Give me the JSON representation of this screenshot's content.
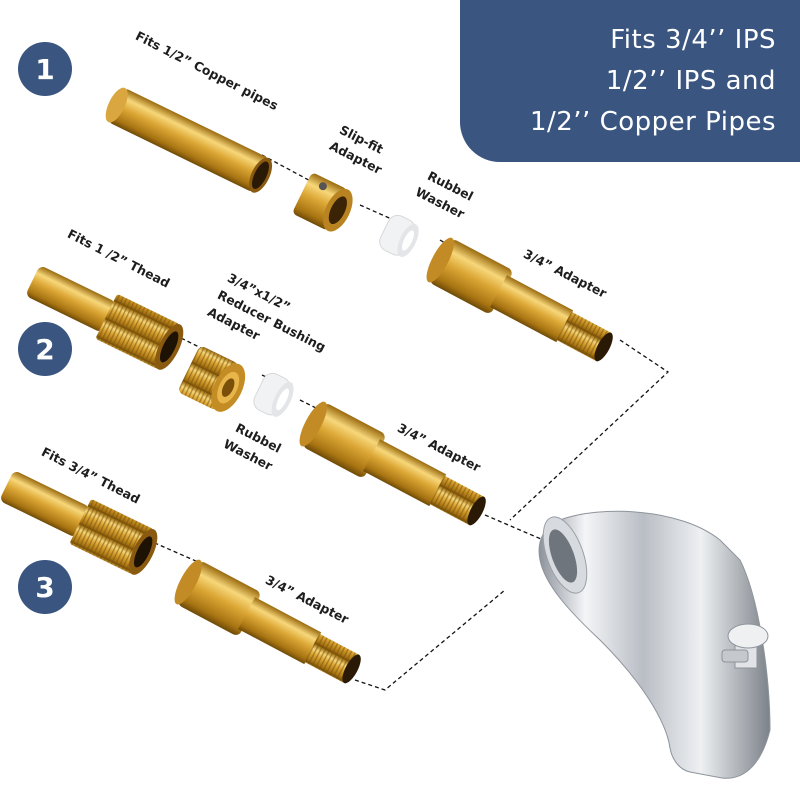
{
  "banner": {
    "line1": "Fits 3/4’’ IPS",
    "line2": "1/2’’ IPS and",
    "line3": "1/2’’ Copper Pipes"
  },
  "badges": [
    "1",
    "2",
    "3"
  ],
  "labels": {
    "copper_pipe": "Fits 1/2” Copper pipes",
    "slip_fit_1": "Slip-fit",
    "slip_fit_2": "Adapter",
    "washer1_1": "Rubbel",
    "washer1_2": "Washer",
    "adapter1": "3/4” Adapter",
    "thread_half": "Fits 1 /2” Thead",
    "reducer_1": "3/4”x1/2”",
    "reducer_2": "Reducer Bushing",
    "reducer_3": "Adapter",
    "washer2_1": "Rubbel",
    "washer2_2": "Washer",
    "adapter2": "3/4” Adapter",
    "thread_34": "Fits 3/4” Thead",
    "adapter3": "3/4” Adapter"
  },
  "colors": {
    "banner": "#3a5680",
    "brass": "#d9a42a",
    "chrome": "#c9ccd1"
  }
}
